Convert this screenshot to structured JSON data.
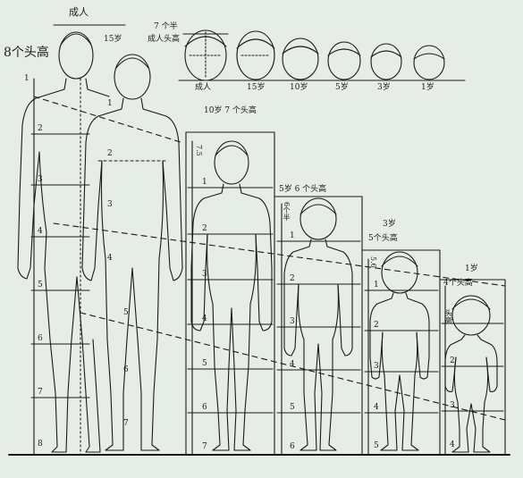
{
  "title_main": "8个头高",
  "title_adult": "成人",
  "title_15": "15岁",
  "title_head_ratio": [
    "7 个半",
    "成人头高"
  ],
  "title_10": "10岁 7 个头高",
  "title_5": "5岁  6 个头高",
  "title_3": [
    "3岁",
    "5个头高"
  ],
  "title_1": [
    "1岁",
    "4个头高"
  ],
  "head_labels": [
    "成人",
    "15岁",
    "10岁",
    "5岁",
    "3岁",
    "1岁"
  ],
  "vert_10": "7.5",
  "vert_5": "6个半",
  "vert_3": "5.6",
  "vert_1": "头高",
  "index_adult": [
    "1",
    "2",
    "3",
    "4",
    "5",
    "6",
    "7",
    "8"
  ],
  "index_15": [
    "1",
    "2",
    "3",
    "4",
    "5",
    "6",
    "7"
  ],
  "index_10": [
    "1",
    "2",
    "3",
    "4",
    "5",
    "6",
    "7"
  ],
  "index_5": [
    "1",
    "2",
    "3",
    "4",
    "5",
    "6"
  ],
  "index_3": [
    "1",
    "2",
    "3",
    "4",
    "5"
  ],
  "index_1": [
    "1",
    "2",
    "3",
    "4"
  ],
  "colors": {
    "background": "#e6ede7",
    "ink": "#1a1a1a"
  }
}
